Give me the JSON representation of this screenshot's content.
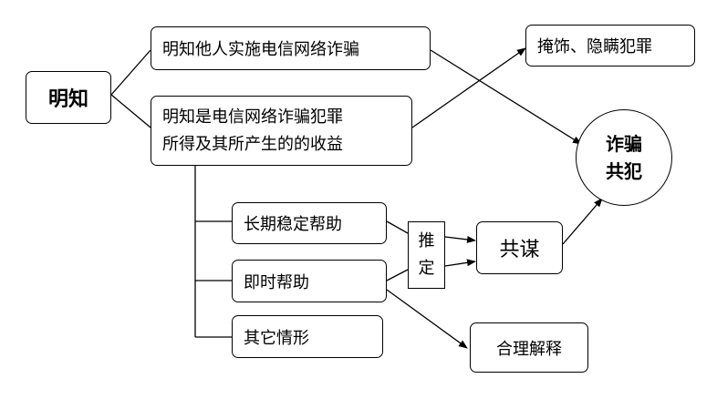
{
  "root": {
    "label": "明知"
  },
  "top": {
    "knowing_telecom_fraud": "明知他人实施电信网络诈骗",
    "knowing_proceeds_line1": "明知是电信网络诈骗犯罪",
    "knowing_proceeds_line2": "所得及其所产生的的收益"
  },
  "right": {
    "conceal": "掩饰、隐瞒犯罪",
    "accomplice_line1": "诈骗",
    "accomplice_line2": "共犯",
    "conspiracy": "共谋",
    "reasonable_explanation": "合理解释"
  },
  "branches": {
    "long_term_help": "长期稳定帮助",
    "immediate_help": "即时帮助",
    "other_situations": "其它情形"
  },
  "presumption": {
    "char1": "推",
    "char2": "定"
  }
}
